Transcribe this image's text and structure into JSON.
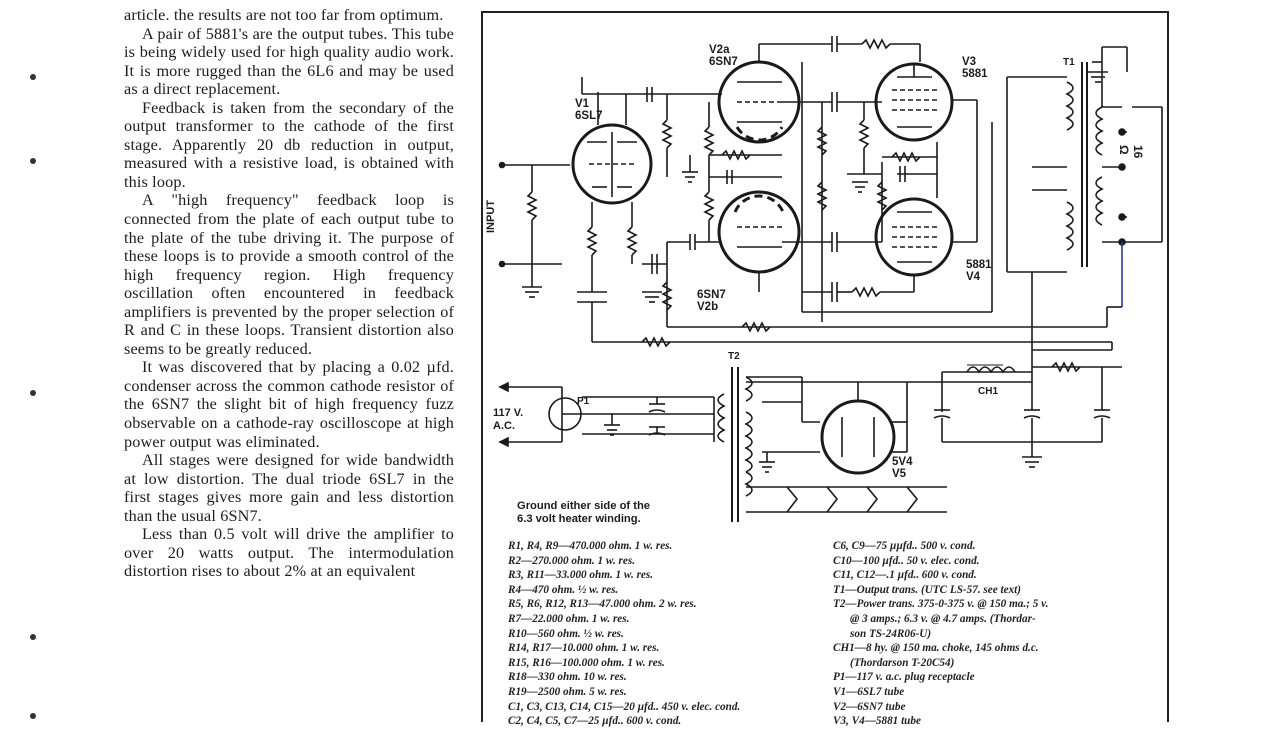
{
  "article": {
    "paragraphs": [
      {
        "first": false,
        "text": "article. the results are not too far from optimum."
      },
      {
        "first": true,
        "text": "A pair of 5881's are the output tubes. This tube is being widely used for high quality audio work. It is more rugged than the 6L6 and may be used as a direct replacement."
      },
      {
        "first": true,
        "text": "Feedback is taken from the secondary of the output transformer to the cathode of the first stage. Apparently 20 db reduction in output, measured with a resistive load, is obtained with this loop."
      },
      {
        "first": true,
        "text": "A \"high frequency\" feedback loop is connected from the plate of each output tube to the plate of the tube driving it. The purpose of these loops is to provide a smooth control of the high frequency region. High frequency oscillation often encountered in feedback amplifiers is prevented by the proper selection of R and C in these loops. Transient distortion also seems to be greatly reduced."
      },
      {
        "first": true,
        "text": "It was discovered that by placing a 0.02 µfd. condenser across the common cathode resistor of the 6SN7 the slight bit of high frequency fuzz observable on a cathode-ray oscilloscope at high power output was eliminated."
      },
      {
        "first": true,
        "text": "All stages were designed for wide bandwidth at low distortion. The dual triode 6SL7 in the first stages gives more gain and less distortion than the usual 6SN7."
      },
      {
        "first": true,
        "text": "Less than 0.5 volt will drive the amplifier to over 20 watts output. The intermodulation distortion rises to about 2% at an equivalent"
      }
    ]
  },
  "schematic": {
    "tubes": {
      "v1": {
        "ref": "V1",
        "type": "6SL7"
      },
      "v2a": {
        "ref": "V2a",
        "type": "6SN7"
      },
      "v2b": {
        "ref": "V2b",
        "type": "6SN7"
      },
      "v3": {
        "ref": "V3",
        "type": "5881"
      },
      "v4": {
        "ref": "V4",
        "type": "5881"
      },
      "v5": {
        "ref": "V5",
        "type": "5V4"
      }
    },
    "labels": {
      "input": "INPUT",
      "ac_volts": "117 V.",
      "ac_type": "A.C.",
      "out_ohms": "16 Ω",
      "choke": "CH1",
      "t1": "T1",
      "t2": "T2",
      "p1": "P1"
    },
    "ground_note_line1": "Ground either side of the",
    "ground_note_line2": "6.3 volt heater winding."
  },
  "parts_left": [
    "R1, R4, R9—470.000 ohm. 1 w. res.",
    "R2—270.000 ohm. 1 w. res.",
    "R3, R11—33.000 ohm. 1 w. res.",
    "R4—470 ohm. ½ w. res.",
    "R5, R6, R12, R13—47.000 ohm. 2 w. res.",
    "R7—22.000 ohm. 1 w. res.",
    "R10—560 ohm. ½ w. res.",
    "R14, R17—10.000 ohm. 1 w. res.",
    "R15, R16—100.000 ohm. 1 w. res.",
    "R18—330 ohm. 10 w. res.",
    "R19—2500 ohm. 5 w. res.",
    "C1, C3, C13, C14, C15—20 µfd.. 450 v. elec. cond.",
    "C2, C4, C5, C7—25 µfd.. 600 v. cond."
  ],
  "parts_right": [
    {
      "indent": false,
      "text": "C6, C9—75 µµfd.. 500 v. cond."
    },
    {
      "indent": false,
      "text": "C10—100 µfd.. 50 v. elec. cond."
    },
    {
      "indent": false,
      "text": "C11, C12—.1 µfd.. 600 v. cond."
    },
    {
      "indent": false,
      "text": "T1—Output trans. (UTC LS-57. see text)"
    },
    {
      "indent": false,
      "text": "T2—Power trans. 375-0-375 v. @ 150 ma.; 5 v."
    },
    {
      "indent": true,
      "text": "@ 3 amps.; 6.3 v. @ 4.7 amps. (Thordar-"
    },
    {
      "indent": true,
      "text": "son TS-24R06-U)"
    },
    {
      "indent": false,
      "text": "CH1—8 hy. @ 150 ma. choke, 145 ohms d.c."
    },
    {
      "indent": true,
      "text": "(Thordarson T-20C54)"
    },
    {
      "indent": false,
      "text": "P1—117 v. a.c. plug receptacle"
    },
    {
      "indent": false,
      "text": "V1—6SL7 tube"
    },
    {
      "indent": false,
      "text": "V2—6SN7 tube"
    },
    {
      "indent": false,
      "text": "V3, V4—5881 tube"
    }
  ]
}
